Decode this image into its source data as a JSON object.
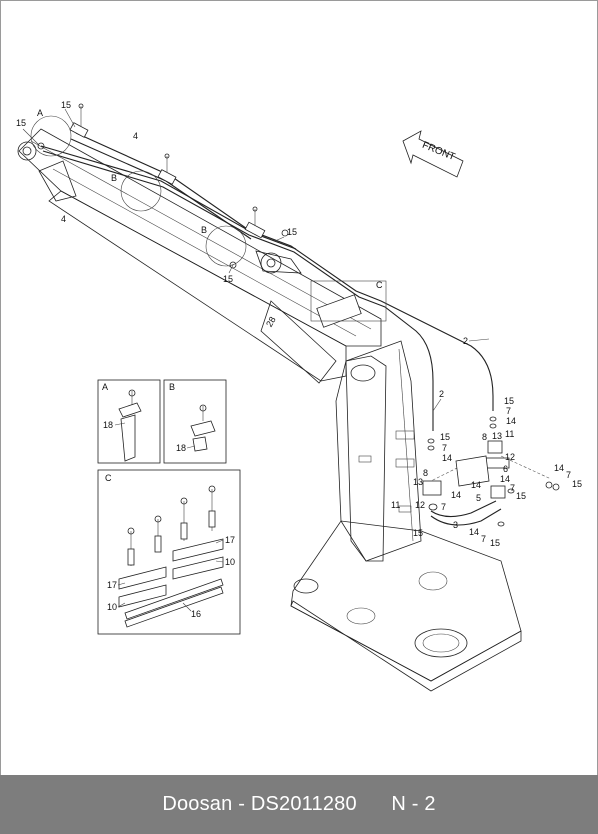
{
  "footer": {
    "brand": "Doosan",
    "separator": " - ",
    "part_number": "DS2011280",
    "page_ref": "N - 2"
  },
  "arrow_label": "FRONT",
  "detail_views": [
    {
      "title": "A",
      "parts": [
        "18"
      ]
    },
    {
      "title": "B",
      "parts": [
        "18"
      ]
    },
    {
      "title": "C",
      "parts": [
        "17",
        "10",
        "17",
        "10",
        "16"
      ]
    }
  ],
  "callouts": {
    "c15_top": "15",
    "c15_left": "15",
    "cA_top": "A",
    "c4_a": "4",
    "c4_b": "4",
    "cB_mid": "B",
    "cB_low": "B",
    "c15_mid": "15",
    "c15_low": "15",
    "cC": "C",
    "c2_a": "2",
    "c2_b": "2",
    "c15_r1": "15",
    "c7_r1": "7",
    "c14_r1": "14",
    "c15_r2": "15",
    "c7_r2": "7",
    "c14_r2": "14",
    "c8_a": "8",
    "c13_a": "13",
    "c11_a": "11",
    "c12_a": "12",
    "c6": "6",
    "c14_b": "14",
    "c14_c": "14",
    "c7_c": "7",
    "c15_c": "15",
    "c5": "5",
    "c8_b": "8",
    "c13_b": "13",
    "c14_d": "14",
    "c11_b": "11",
    "c12_b": "12",
    "c7_d": "7",
    "c15_d": "15",
    "c3": "3",
    "c14_e": "14",
    "c7_e": "7",
    "c15_e": "15",
    "c14_far": "14",
    "c7_far": "7",
    "c15_far": "15",
    "c28": "28"
  }
}
